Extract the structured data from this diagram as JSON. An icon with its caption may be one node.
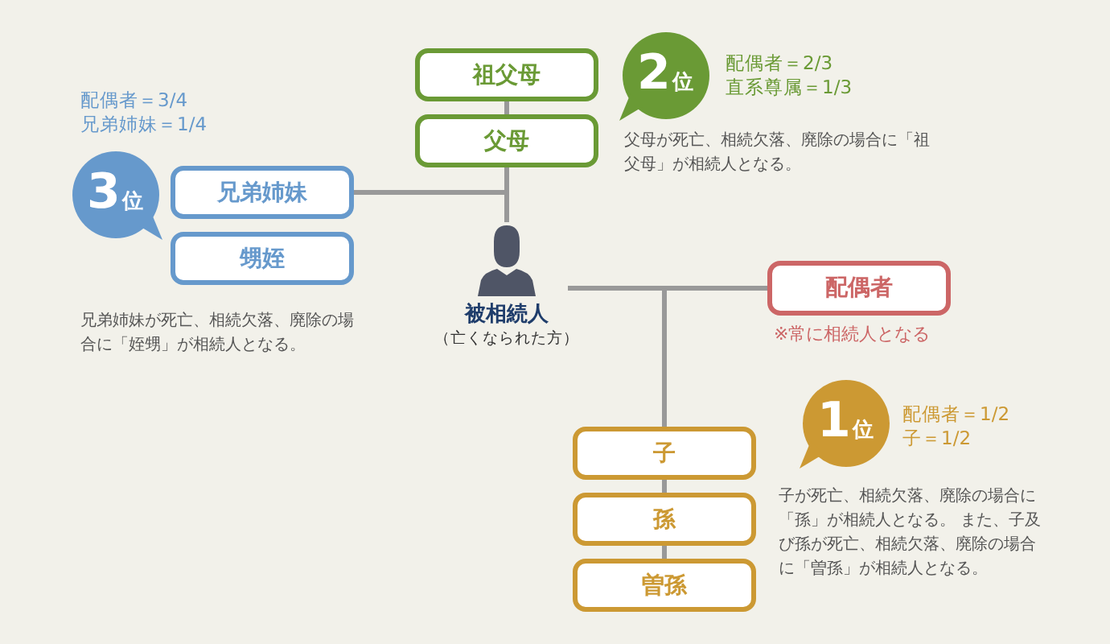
{
  "diagram": {
    "nodes": [
      {
        "text": [
          "祖父母"
        ]
      },
      {
        "text": [
          "父母"
        ]
      },
      {
        "text": [
          "兄弟姉妹"
        ]
      },
      {
        "text": [
          "甥姪"
        ]
      },
      {
        "text": [
          "被相続人",
          "（亡くなられた方）"
        ]
      },
      {
        "text": [
          "配偶者"
        ],
        "beside": [
          "※常に相続人となる"
        ]
      },
      {
        "text": [
          "子"
        ]
      },
      {
        "text": [
          "孫"
        ]
      },
      {
        "text": [
          "曽孫"
        ]
      },
      {
        "text": [
          "3",
          "位"
        ],
        "beside": [
          "配偶者＝3/4",
          "兄弟姉妹＝1/4"
        ]
      },
      {
        "text": [
          "2",
          "位"
        ],
        "beside": [
          "配偶者＝2/3",
          "直系尊属＝1/3"
        ]
      },
      {
        "text": [
          "1",
          "位"
        ],
        "beside": [
          "配偶者＝1/2",
          "子＝1/2"
        ]
      }
    ],
    "edges": [
      {
        "from": 0,
        "to": 1,
        "arrow": "none"
      },
      {
        "from": 1,
        "to": 4,
        "arrow": "none"
      },
      {
        "from": 2,
        "to": 4,
        "arrow": "none"
      },
      {
        "from": 4,
        "to": 5,
        "arrow": "none"
      },
      {
        "from": 4,
        "to": 6,
        "arrow": "none"
      },
      {
        "from": 6,
        "to": 7,
        "arrow": "none"
      },
      {
        "from": 7,
        "to": 8,
        "arrow": "none"
      }
    ],
    "labels": [
      "兄弟姉妹が死亡、相続欠落、廃除の場合に「姪甥」が相続人となる。",
      "父母が死亡、相続欠落、廃除の場合に「祖父母」が相続人となる。",
      "子が死亡、相続欠落、廃除の場合に「孫」が相続人となる。 また、子及び孫が死亡、相続欠落、廃除の場合に「曽孫」が相続人となる。"
    ]
  }
}
